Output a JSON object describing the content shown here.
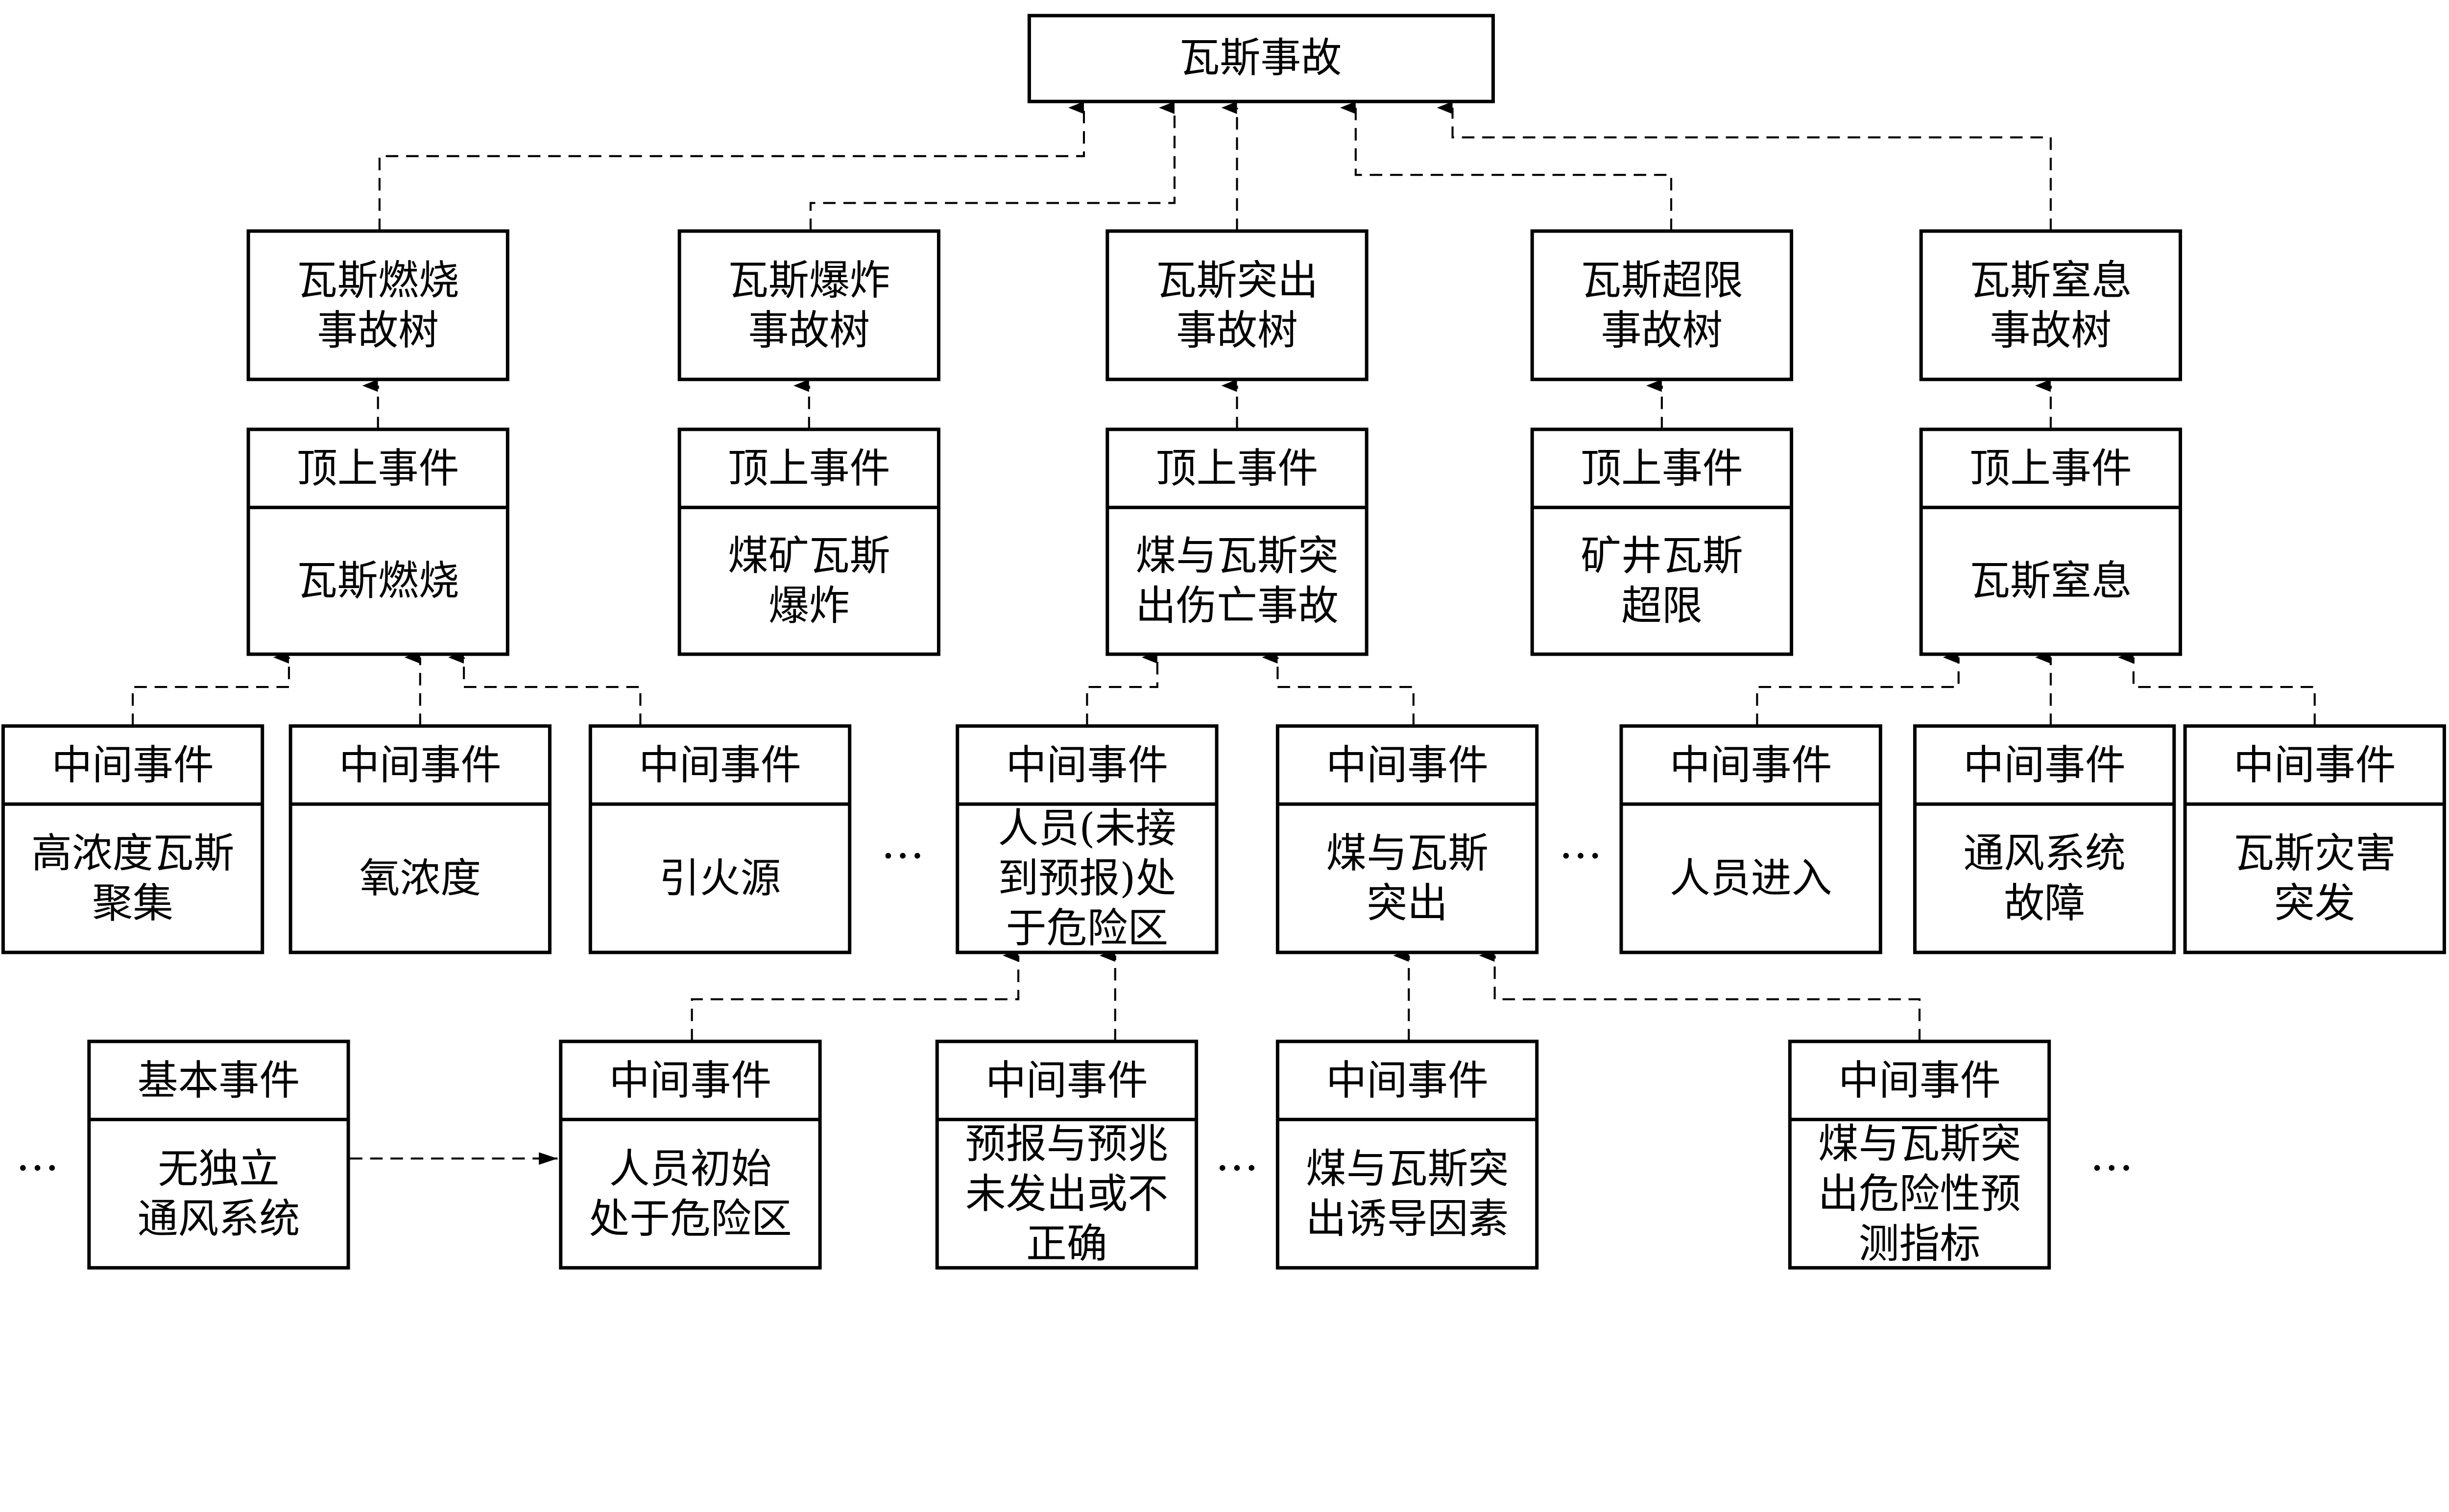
{
  "root": "瓦斯事故",
  "trees": [
    {
      "title": [
        "瓦斯燃烧",
        "事故树"
      ],
      "top_label": "顶上事件",
      "top_event": [
        "瓦斯燃烧"
      ]
    },
    {
      "title": [
        "瓦斯爆炸",
        "事故树"
      ],
      "top_label": "顶上事件",
      "top_event": [
        "煤矿瓦斯",
        "爆炸"
      ]
    },
    {
      "title": [
        "瓦斯突出",
        "事故树"
      ],
      "top_label": "顶上事件",
      "top_event": [
        "煤与瓦斯突",
        "出伤亡事故"
      ]
    },
    {
      "title": [
        "瓦斯超限",
        "事故树"
      ],
      "top_label": "顶上事件",
      "top_event": [
        "矿井瓦斯",
        "超限"
      ]
    },
    {
      "title": [
        "瓦斯窒息",
        "事故树"
      ],
      "top_label": "顶上事件",
      "top_event": [
        "瓦斯窒息"
      ]
    }
  ],
  "intermediate_row": [
    {
      "label": "中间事件",
      "text": [
        "高浓度瓦斯",
        "聚集"
      ]
    },
    {
      "label": "中间事件",
      "text": [
        "氧浓度"
      ]
    },
    {
      "label": "中间事件",
      "text": [
        "引火源"
      ]
    },
    {
      "label": "中间事件",
      "text": [
        "人员(未接",
        "到预报)处",
        "于危险区"
      ]
    },
    {
      "label": "中间事件",
      "text": [
        "煤与瓦斯",
        "突出"
      ]
    },
    {
      "label": "中间事件",
      "text": [
        "人员进入"
      ]
    },
    {
      "label": "中间事件",
      "text": [
        "通风系统",
        "故障"
      ]
    },
    {
      "label": "中间事件",
      "text": [
        "瓦斯灾害",
        "突发"
      ]
    }
  ],
  "bottom_row": [
    {
      "label": "基本事件",
      "text": [
        "无独立",
        "通风系统"
      ]
    },
    {
      "label": "中间事件",
      "text": [
        "人员初始",
        "处于危险区"
      ]
    },
    {
      "label": "中间事件",
      "text": [
        "预报与预兆",
        "未发出或不",
        "正确"
      ]
    },
    {
      "label": "中间事件",
      "text": [
        "煤与瓦斯突",
        "出诱导因素"
      ]
    },
    {
      "label": "中间事件",
      "text": [
        "煤与瓦斯突",
        "出危险性预",
        "测指标"
      ]
    }
  ],
  "ellipsis": "…",
  "colors": {
    "line": "#000000",
    "background": "#ffffff"
  }
}
